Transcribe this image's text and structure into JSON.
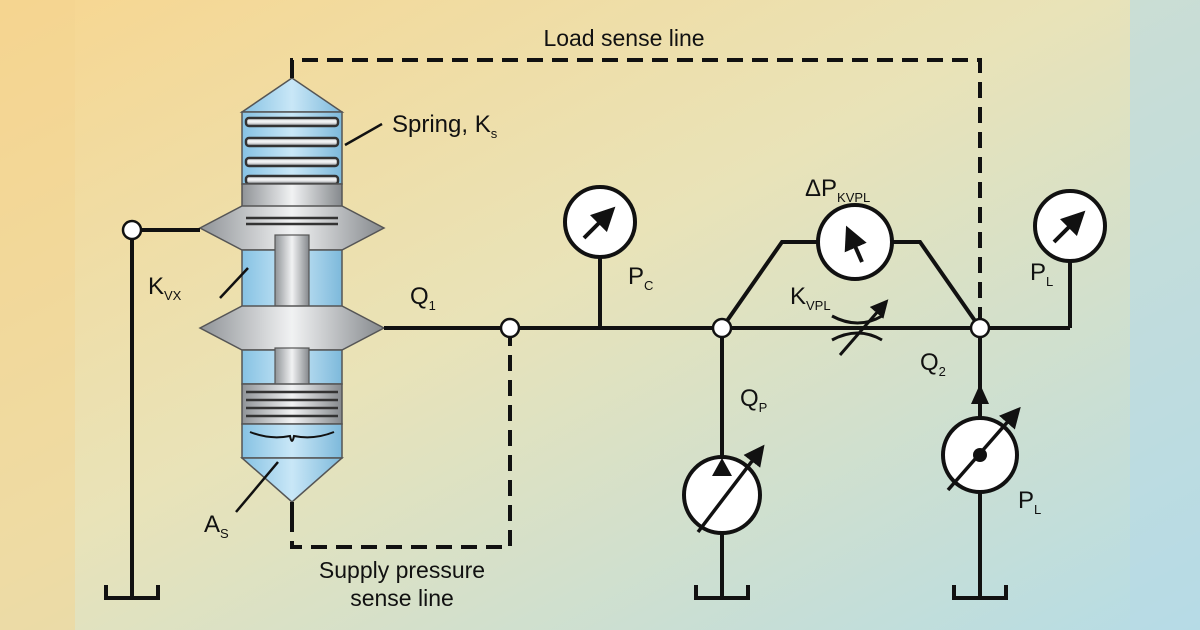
{
  "labels": {
    "load_sense_line": "Load sense line",
    "spring": "Spring, K",
    "spring_sub": "s",
    "delta_p": "ΔP",
    "delta_p_sub": "KVPL",
    "pc": "P",
    "pc_sub": "C",
    "pl_top": "P",
    "pl_top_sub": "L",
    "kvx": "K",
    "kvx_sub": "VX",
    "q1": "Q",
    "q1_sub": "1",
    "kvpl": "K",
    "kvpl_sub": "VPL",
    "q2": "Q",
    "q2_sub": "2",
    "qp": "Q",
    "qp_sub": "P",
    "pl_bottom": "P",
    "pl_bottom_sub": "L",
    "as": "A",
    "as_sub": "S",
    "supply_line1": "Supply pressure",
    "supply_line2": "sense line"
  },
  "colors": {
    "background_left": "#f6d89a",
    "background_mid": "#e8e2b4",
    "background_right": "#bcdde2",
    "valve_fluid": "#9fd0ea",
    "valve_metal": "#c8cacc",
    "line": "#111111",
    "gauge_face": "#ffffff"
  }
}
